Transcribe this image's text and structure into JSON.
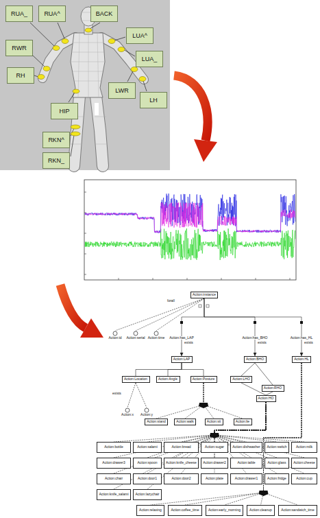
{
  "diagram": {
    "nodes": [
      {
        "text": [
          "RUA_"
        ]
      },
      {
        "text": [
          "RUA^"
        ]
      },
      {
        "text": [
          "BACK"
        ]
      },
      {
        "text": [
          "LUA^"
        ]
      },
      {
        "text": [
          "RWR"
        ]
      },
      {
        "text": [
          "LUA_"
        ]
      },
      {
        "text": [
          "RH"
        ]
      },
      {
        "text": [
          "LWR"
        ]
      },
      {
        "text": [
          "LH"
        ]
      },
      {
        "text": [
          "HIP"
        ]
      },
      {
        "text": [
          "RKN^"
        ]
      },
      {
        "text": [
          "RKN_"
        ]
      },
      {
        "text": [
          "Action:instance"
        ]
      },
      {
        "text": [
          "Action:id"
        ]
      },
      {
        "text": [
          "Action:serial"
        ]
      },
      {
        "text": [
          "Action:time"
        ]
      },
      {
        "text": [
          "Action:LAP"
        ]
      },
      {
        "text": [
          "Action:BHO"
        ]
      },
      {
        "text": [
          "Action:HL"
        ]
      },
      {
        "text": [
          "Action:Location"
        ]
      },
      {
        "text": [
          "Action:Angle"
        ]
      },
      {
        "text": [
          "Action:Posture"
        ]
      },
      {
        "text": [
          "Action:LHO"
        ]
      },
      {
        "text": [
          "Action:RHO"
        ]
      },
      {
        "text": [
          "Action:HO"
        ]
      },
      {
        "text": [
          "Action:x"
        ]
      },
      {
        "text": [
          "Action:y"
        ]
      },
      {
        "text": [
          "Action:stand"
        ]
      },
      {
        "text": [
          "Action:walk"
        ]
      },
      {
        "text": [
          "Action:sit"
        ]
      },
      {
        "text": [
          "Action:lie"
        ]
      },
      {
        "text": [
          "Action:bottle"
        ]
      },
      {
        "text": [
          "Action:salami"
        ]
      },
      {
        "text": [
          "Action:bread"
        ]
      },
      {
        "text": [
          "Action:sugar"
        ]
      },
      {
        "text": [
          "Action:dishwasher"
        ]
      },
      {
        "text": [
          "Action:switch"
        ]
      },
      {
        "text": [
          "Action:milk"
        ]
      },
      {
        "text": [
          "Action:drawer3"
        ]
      },
      {
        "text": [
          "Action:spoon"
        ]
      },
      {
        "text": [
          "Action:knife_cheese"
        ]
      },
      {
        "text": [
          "Action:drawer2"
        ]
      },
      {
        "text": [
          "Action:table"
        ]
      },
      {
        "text": [
          "Action:glass"
        ]
      },
      {
        "text": [
          "Action:cheese"
        ]
      },
      {
        "text": [
          "Action:chair"
        ]
      },
      {
        "text": [
          "Action:door1"
        ]
      },
      {
        "text": [
          "Action:door2"
        ]
      },
      {
        "text": [
          "Action:plate"
        ]
      },
      {
        "text": [
          "Action:drawer1"
        ]
      },
      {
        "text": [
          "Action:fridge"
        ]
      },
      {
        "text": [
          "Action:cup"
        ]
      },
      {
        "text": [
          "Action:knife_salami"
        ]
      },
      {
        "text": [
          "Action:lazychair"
        ]
      },
      {
        "text": [
          "Action:relaxing"
        ]
      },
      {
        "text": [
          "Action:coffee_time"
        ]
      },
      {
        "text": [
          "Action:early_morning"
        ]
      },
      {
        "text": [
          "Action:cleanup"
        ]
      },
      {
        "text": [
          "Action:sandwich_time"
        ]
      }
    ],
    "edges": [
      {
        "from": 12,
        "to": 13,
        "arrow": "none"
      },
      {
        "from": 12,
        "to": 14,
        "arrow": "none"
      },
      {
        "from": 12,
        "to": 15,
        "arrow": "none"
      },
      {
        "from": 12,
        "to": 16,
        "label": "Action:has_LAP",
        "arrow": "to"
      },
      {
        "from": 12,
        "to": 17,
        "label": "Action:has_BHO",
        "arrow": "to"
      },
      {
        "from": 12,
        "to": 18,
        "label": "Action:has_HL",
        "arrow": "to"
      },
      {
        "from": 16,
        "to": 19,
        "arrow": "none"
      },
      {
        "from": 16,
        "to": 20,
        "arrow": "none"
      },
      {
        "from": 16,
        "to": 21,
        "arrow": "none"
      },
      {
        "from": 19,
        "to": 25,
        "arrow": "none"
      },
      {
        "from": 19,
        "to": 26,
        "arrow": "none"
      },
      {
        "from": 17,
        "to": 22,
        "arrow": "none"
      },
      {
        "from": 17,
        "to": 23,
        "arrow": "none"
      },
      {
        "from": 22,
        "to": 24,
        "arrow": "none"
      },
      {
        "from": 23,
        "to": 24,
        "arrow": "none"
      },
      {
        "from": 21,
        "to": 27,
        "arrow": "none"
      },
      {
        "from": 21,
        "to": 28,
        "arrow": "none"
      },
      {
        "from": 21,
        "to": 29,
        "arrow": "none"
      },
      {
        "from": 21,
        "to": 30,
        "arrow": "none"
      },
      {
        "from": 24,
        "to": 31,
        "arrow": "none"
      },
      {
        "from": 24,
        "to": 32,
        "arrow": "none"
      },
      {
        "from": 24,
        "to": 33,
        "arrow": "none"
      },
      {
        "from": 24,
        "to": 34,
        "arrow": "none"
      },
      {
        "from": 24,
        "to": 35,
        "arrow": "none"
      },
      {
        "from": 24,
        "to": 36,
        "arrow": "none"
      },
      {
        "from": 24,
        "to": 37,
        "arrow": "none"
      },
      {
        "from": 24,
        "to": 38,
        "arrow": "none"
      },
      {
        "from": 24,
        "to": 39,
        "arrow": "none"
      },
      {
        "from": 24,
        "to": 40,
        "arrow": "none"
      },
      {
        "from": 24,
        "to": 41,
        "arrow": "none"
      },
      {
        "from": 24,
        "to": 42,
        "arrow": "none"
      },
      {
        "from": 24,
        "to": 43,
        "arrow": "none"
      },
      {
        "from": 24,
        "to": 44,
        "arrow": "none"
      },
      {
        "from": 24,
        "to": 45,
        "arrow": "none"
      },
      {
        "from": 24,
        "to": 46,
        "arrow": "none"
      },
      {
        "from": 24,
        "to": 47,
        "arrow": "none"
      },
      {
        "from": 24,
        "to": 48,
        "arrow": "none"
      },
      {
        "from": 24,
        "to": 49,
        "arrow": "none"
      },
      {
        "from": 24,
        "to": 50,
        "arrow": "none"
      },
      {
        "from": 24,
        "to": 51,
        "arrow": "none"
      },
      {
        "from": 24,
        "to": 52,
        "arrow": "none"
      },
      {
        "from": 24,
        "to": 53,
        "arrow": "none"
      },
      {
        "from": 18,
        "to": 54,
        "arrow": "none"
      },
      {
        "from": 18,
        "to": 55,
        "arrow": "none"
      },
      {
        "from": 18,
        "to": 56,
        "arrow": "none"
      },
      {
        "from": 18,
        "to": 57,
        "arrow": "none"
      },
      {
        "from": 18,
        "to": 58,
        "arrow": "none"
      }
    ],
    "labels": [
      "forall",
      "exists",
      "exists",
      "exists",
      "exists"
    ]
  }
}
